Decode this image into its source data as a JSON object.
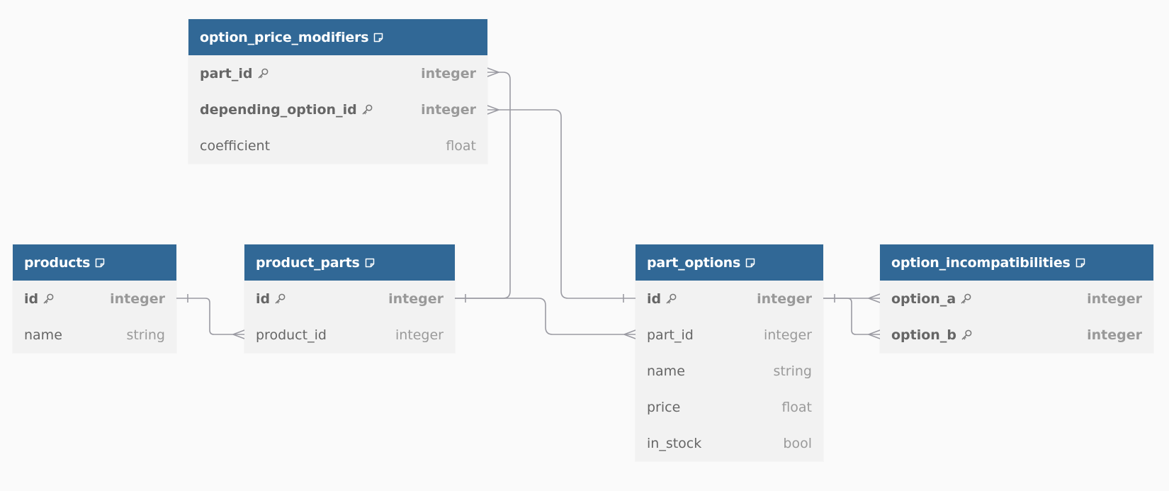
{
  "diagram": {
    "tables": [
      {
        "id": "option_price_modifiers",
        "name": "option_price_modifiers",
        "columns": [
          {
            "name": "part_id",
            "type": "integer",
            "key": true
          },
          {
            "name": "depending_option_id",
            "type": "integer",
            "key": true
          },
          {
            "name": "coefficient",
            "type": "float",
            "key": false
          }
        ]
      },
      {
        "id": "products",
        "name": "products",
        "columns": [
          {
            "name": "id",
            "type": "integer",
            "key": true
          },
          {
            "name": "name",
            "type": "string",
            "key": false
          }
        ]
      },
      {
        "id": "product_parts",
        "name": "product_parts",
        "columns": [
          {
            "name": "id",
            "type": "integer",
            "key": true
          },
          {
            "name": "product_id",
            "type": "integer",
            "key": false
          }
        ]
      },
      {
        "id": "part_options",
        "name": "part_options",
        "columns": [
          {
            "name": "id",
            "type": "integer",
            "key": true
          },
          {
            "name": "part_id",
            "type": "integer",
            "key": false
          },
          {
            "name": "name",
            "type": "string",
            "key": false
          },
          {
            "name": "price",
            "type": "float",
            "key": false
          },
          {
            "name": "in_stock",
            "type": "bool",
            "key": false
          }
        ]
      },
      {
        "id": "option_incompatibilities",
        "name": "option_incompatibilities",
        "columns": [
          {
            "name": "option_a",
            "type": "integer",
            "key": true
          },
          {
            "name": "option_b",
            "type": "integer",
            "key": true
          }
        ]
      }
    ],
    "relationships": [
      {
        "from": "products.id",
        "to": "product_parts.product_id",
        "cardinality": "one-to-many"
      },
      {
        "from": "product_parts.id",
        "to": "option_price_modifiers.part_id",
        "cardinality": "one-to-many"
      },
      {
        "from": "product_parts.id",
        "to": "part_options.part_id",
        "cardinality": "one-to-many"
      },
      {
        "from": "part_options.id",
        "to": "option_price_modifiers.depending_option_id",
        "cardinality": "one-to-many"
      },
      {
        "from": "part_options.id",
        "to": "option_incompatibilities.option_a",
        "cardinality": "one-to-many"
      },
      {
        "from": "part_options.id",
        "to": "option_incompatibilities.option_b",
        "cardinality": "one-to-many"
      }
    ],
    "colors": {
      "header": "#316896",
      "body": "#f2f2f2",
      "connector": "#9a9aa2",
      "background": "#fafafa"
    },
    "icons": {
      "note": "note-icon",
      "key": "key-icon"
    }
  }
}
